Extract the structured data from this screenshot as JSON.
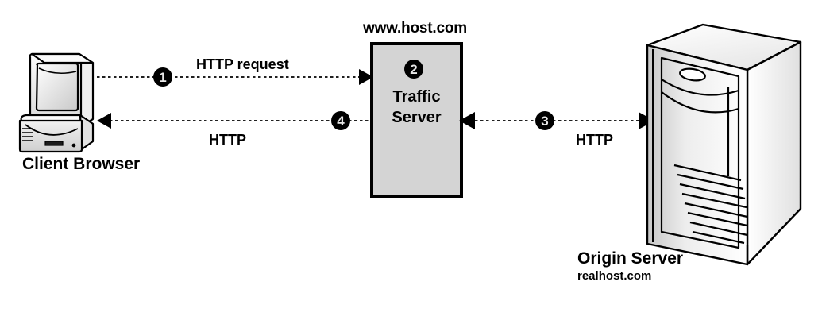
{
  "diagram": {
    "title_text": "",
    "colors": {
      "line": "#000000",
      "box_fill": "#d4d4d4",
      "box_border": "#000000",
      "badge_fill": "#000000",
      "badge_text": "#e8e8e8",
      "background": "#ffffff"
    },
    "nodes": [
      {
        "id": "client",
        "icon": "desktop-computer-icon",
        "label": "Client Browser",
        "sublabel": ""
      },
      {
        "id": "traffic-server",
        "icon": "rectangle-box-icon",
        "label": "Traffic\nServer",
        "line1": "Traffic",
        "line2": "Server",
        "caption": "www.host.com"
      },
      {
        "id": "origin-server",
        "icon": "server-tower-icon",
        "label": "Origin Server",
        "sublabel": "realhost.com"
      }
    ],
    "flows": [
      {
        "step": "1",
        "badge": "1",
        "label": "HTTP request",
        "from": "client",
        "to": "traffic-server",
        "direction": "right"
      },
      {
        "step": "2",
        "badge": "2",
        "label": "",
        "from": "traffic-server",
        "to": "traffic-server",
        "direction": "none"
      },
      {
        "step": "3",
        "badge": "3",
        "label": "HTTP",
        "from": "traffic-server",
        "to": "origin-server",
        "direction": "both"
      },
      {
        "step": "4",
        "badge": "4",
        "label": "HTTP",
        "from": "traffic-server",
        "to": "client",
        "direction": "left"
      }
    ]
  }
}
